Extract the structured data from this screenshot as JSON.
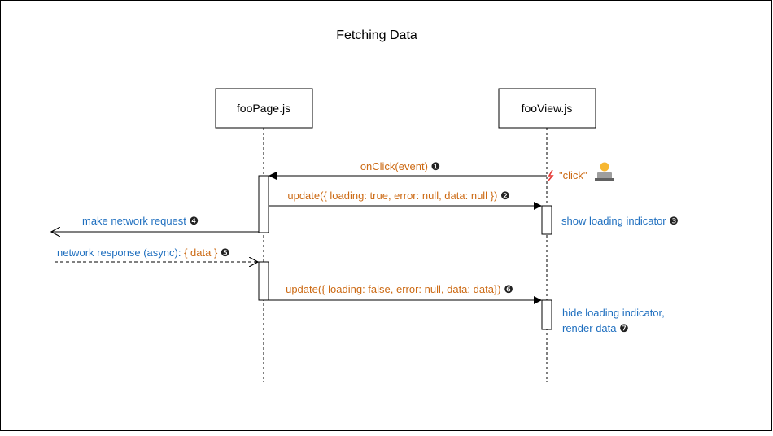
{
  "title": "Fetching Data",
  "participants": {
    "page": "fooPage.js",
    "view": "fooView.js"
  },
  "messages": {
    "m1": {
      "text": "onClick(event)",
      "num": "❶"
    },
    "m2": {
      "text": "update({ loading: true, error: null, data: null })",
      "num": "❷"
    },
    "m3": {
      "text": "show loading indicator",
      "num": "❸"
    },
    "m4": {
      "text": "make network request",
      "num": "❹"
    },
    "m5": {
      "text_main": "network response (async): ",
      "text_data": "{ data }",
      "num": "❺"
    },
    "m6": {
      "text": "update({ loading: false, error: null, data: data})",
      "num": "❻"
    },
    "m7": {
      "line1": "hide loading indicator,",
      "line2": "render data",
      "num": "❼"
    }
  },
  "click_label": "\"click\"",
  "icons": {
    "user": "user-at-laptop-icon",
    "click": "lightning-icon"
  },
  "colors": {
    "blue": "#1f6fbf",
    "orange": "#cc6a14",
    "red": "#e53935"
  }
}
